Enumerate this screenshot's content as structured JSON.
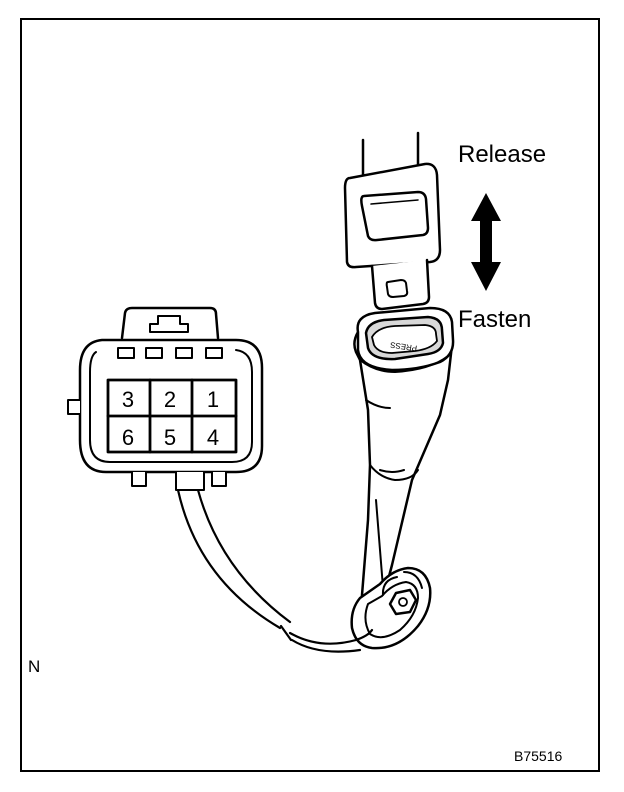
{
  "labels": {
    "release": "Release",
    "fasten": "Fasten",
    "corner_mark": "N",
    "figure_code": "B75516",
    "buckle_text": "PRESS"
  },
  "connector": {
    "pins_top": [
      "3",
      "2",
      "1"
    ],
    "pins_bottom": [
      "6",
      "5",
      "4"
    ]
  },
  "colors": {
    "line": "#000000",
    "fill": "#ffffff",
    "shade": "#d8d8d8"
  },
  "icons": [
    "double-arrow-icon"
  ]
}
